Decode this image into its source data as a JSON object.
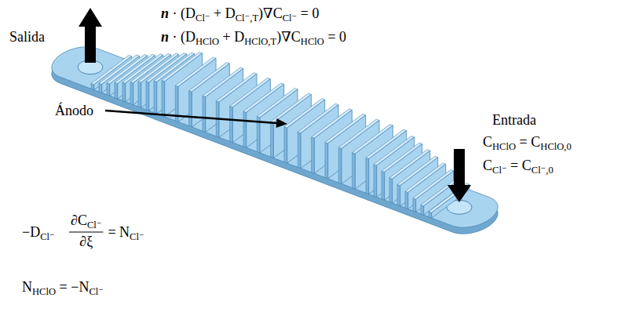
{
  "diagram": {
    "labels": [
      "n · (DCl⁻ + DCl⁻,T)∇CCl⁻ = 0",
      "n · (DHClO + DHClO,T)∇CHClO = 0",
      "Salida",
      "Ánodo",
      "Entrada",
      "CHClO = CHClO,0",
      "CCl⁻ = CCl⁻,0",
      "−DCl⁻",
      "∂CCl⁻",
      "∂ξ",
      "= NCl⁻",
      "NHClO = −NCl⁻"
    ]
  }
}
